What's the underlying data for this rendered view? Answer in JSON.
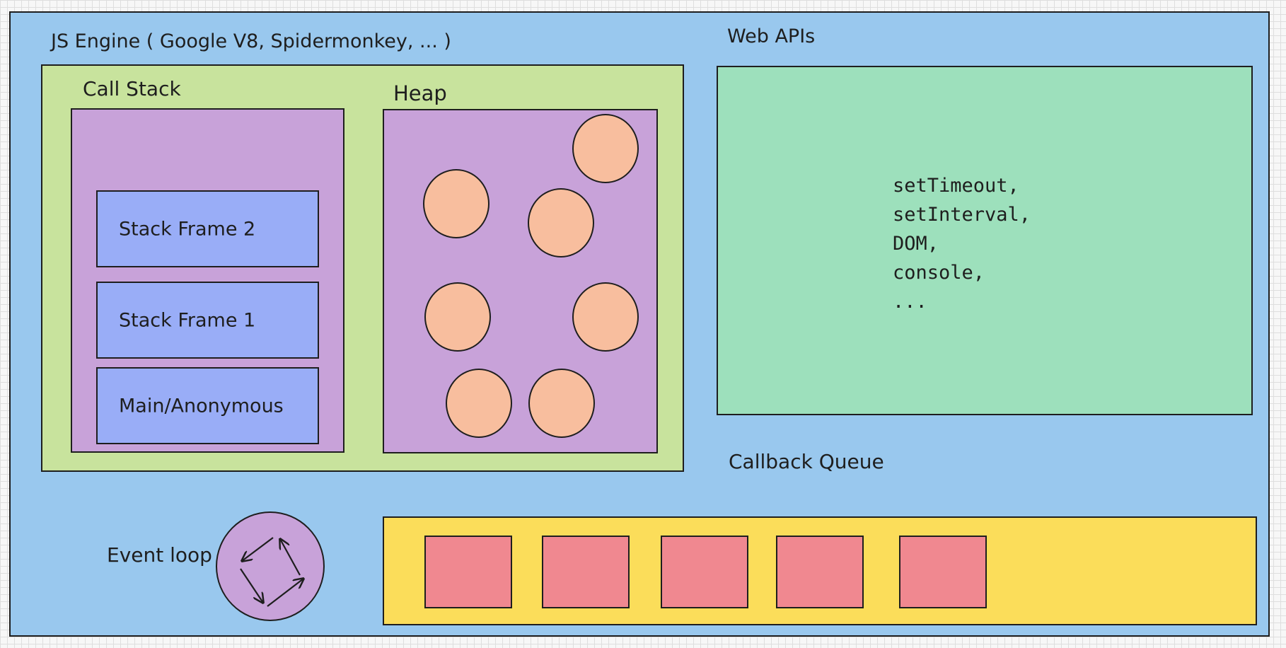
{
  "diagram": {
    "engine": {
      "title": "JS Engine ( Google V8, Spidermonkey, ... )"
    },
    "call_stack": {
      "title": "Call Stack",
      "frames": [
        "Stack Frame 2",
        "Stack Frame 1",
        "Main/Anonymous"
      ]
    },
    "heap": {
      "title": "Heap",
      "object_count": 7
    },
    "web_apis": {
      "title": "Web APIs",
      "items": [
        "setTimeout,",
        "setInterval,",
        "DOM,",
        "console,",
        "..."
      ]
    },
    "callback_queue": {
      "title": "Callback Queue",
      "task_count": 5
    },
    "event_loop": {
      "label": "Event loop",
      "icon": "cycle-arrows-icon"
    }
  },
  "colors": {
    "background": "#99c8ee",
    "engine": "#c8e39d",
    "stack_and_heap": "#c8a2d9",
    "stack_frame": "#99adf7",
    "heap_object": "#f8be9e",
    "web_apis": "#9de0bc",
    "callback_queue": "#fbdd5a",
    "queue_task": "#f08890",
    "stroke": "#1e1e1e"
  }
}
